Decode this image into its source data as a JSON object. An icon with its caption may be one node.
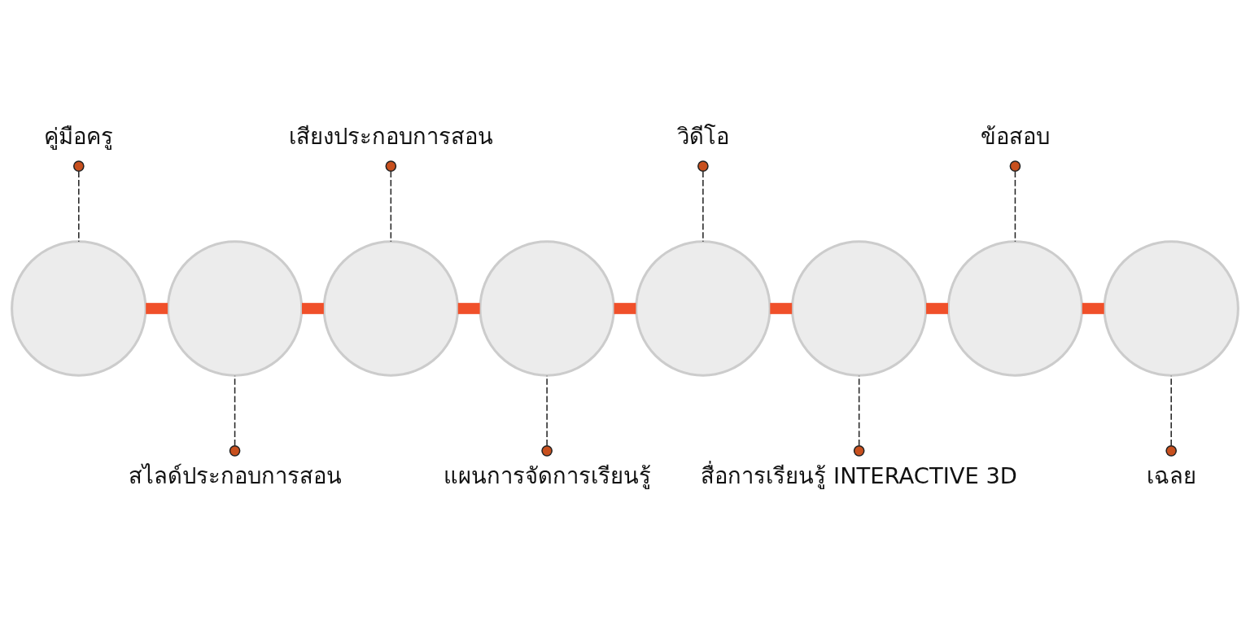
{
  "diagram": {
    "nodes": [
      {
        "text": [],
        "shape": "circle"
      },
      {
        "text": [],
        "shape": "circle"
      },
      {
        "text": [],
        "shape": "circle"
      },
      {
        "text": [],
        "shape": "circle"
      },
      {
        "text": [],
        "shape": "circle"
      },
      {
        "text": [],
        "shape": "circle"
      },
      {
        "text": [],
        "shape": "circle"
      },
      {
        "text": [],
        "shape": "circle"
      },
      {
        "text": [
          "คู่มือครู"
        ]
      },
      {
        "text": [
          "สไลด์ประกอบการสอน"
        ]
      },
      {
        "text": [
          "เสียงประกอบการสอน"
        ]
      },
      {
        "text": [
          "แผนการจัดการเรียนรู้"
        ]
      },
      {
        "text": [
          "วิดีโอ"
        ]
      },
      {
        "text": [
          "สื่อการเรียนรู้ INTERACTIVE 3D"
        ]
      },
      {
        "text": [
          "ข้อสอบ"
        ]
      },
      {
        "text": [
          "เฉลย"
        ]
      }
    ],
    "edges": [
      {
        "from": 0,
        "to": 1,
        "arrow": "none",
        "style": "thick",
        "color": "#f0502a"
      },
      {
        "from": 1,
        "to": 2,
        "arrow": "none",
        "style": "thick",
        "color": "#f0502a"
      },
      {
        "from": 2,
        "to": 3,
        "arrow": "none",
        "style": "thick",
        "color": "#f0502a"
      },
      {
        "from": 3,
        "to": 4,
        "arrow": "none",
        "style": "thick",
        "color": "#f0502a"
      },
      {
        "from": 4,
        "to": 5,
        "arrow": "none",
        "style": "thick",
        "color": "#f0502a"
      },
      {
        "from": 5,
        "to": 6,
        "arrow": "none",
        "style": "thick",
        "color": "#f0502a"
      },
      {
        "from": 6,
        "to": 7,
        "arrow": "none",
        "style": "thick",
        "color": "#f0502a"
      },
      {
        "from": 8,
        "to": 0,
        "arrow": "other",
        "style": "dashed"
      },
      {
        "from": 9,
        "to": 1,
        "arrow": "other",
        "style": "dashed"
      },
      {
        "from": 10,
        "to": 2,
        "arrow": "other",
        "style": "dashed"
      },
      {
        "from": 11,
        "to": 3,
        "arrow": "other",
        "style": "dashed"
      },
      {
        "from": 12,
        "to": 4,
        "arrow": "other",
        "style": "dashed"
      },
      {
        "from": 13,
        "to": 5,
        "arrow": "other",
        "style": "dashed"
      },
      {
        "from": 14,
        "to": 6,
        "arrow": "other",
        "style": "dashed"
      },
      {
        "from": 15,
        "to": 7,
        "arrow": "other",
        "style": "dashed"
      }
    ]
  }
}
